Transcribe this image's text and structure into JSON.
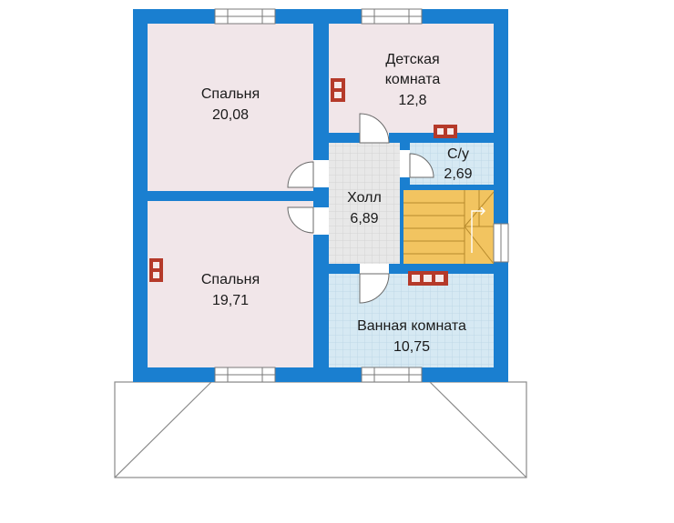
{
  "rooms": {
    "bedroom_top": {
      "name": "Спальня",
      "area": "20,08"
    },
    "kids_room": {
      "name_line1": "Детская",
      "name_line2": "комната",
      "area": "12,8"
    },
    "wc": {
      "name": "С/у",
      "area": "2,69"
    },
    "hall": {
      "name": "Холл",
      "area": "6,89"
    },
    "bedroom_bottom": {
      "name": "Спальня",
      "area": "19,71"
    },
    "bathroom": {
      "name": "Ванная комната",
      "area": "10,75"
    }
  },
  "colors": {
    "wall": "#1a7fd0",
    "bedroom_fill": "#f1e6e9",
    "tile_fill": "#d6e9f3",
    "hall_fill": "#e5e5e5",
    "stair_fill": "#f2c460",
    "chimney": "#b53a2a",
    "roof_line": "#8a8a8a"
  }
}
